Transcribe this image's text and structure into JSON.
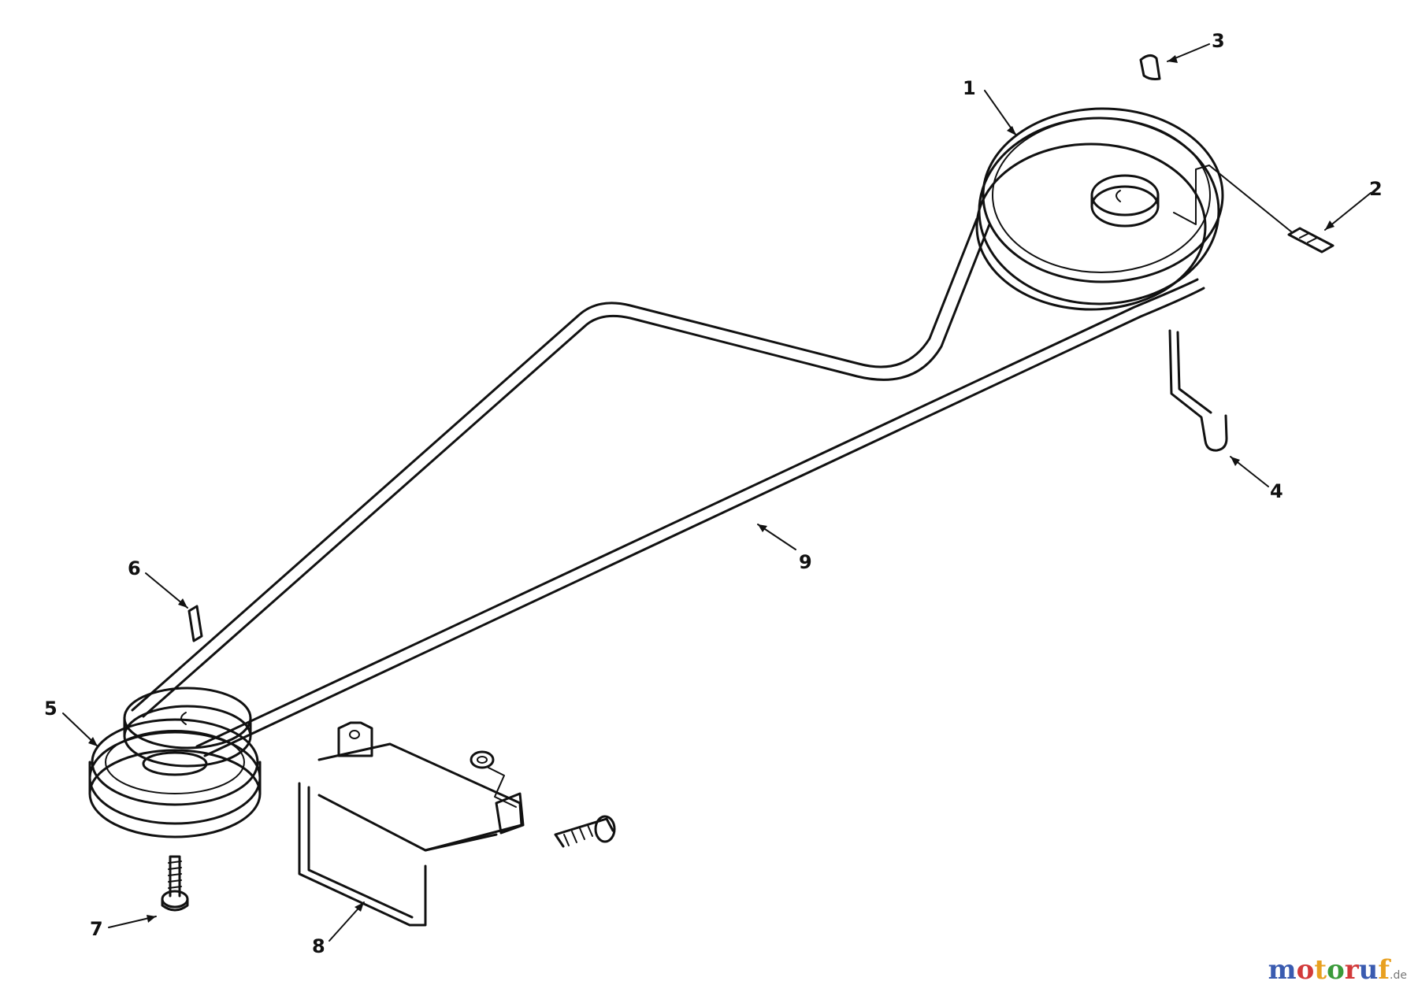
{
  "diagram": {
    "callouts": [
      {
        "id": "1",
        "label": "1"
      },
      {
        "id": "2",
        "label": "2"
      },
      {
        "id": "3",
        "label": "3"
      },
      {
        "id": "4",
        "label": "4"
      },
      {
        "id": "5",
        "label": "5"
      },
      {
        "id": "6",
        "label": "6"
      },
      {
        "id": "7",
        "label": "7"
      },
      {
        "id": "8",
        "label": "8"
      },
      {
        "id": "9",
        "label": "9"
      }
    ]
  },
  "watermark": {
    "letters": [
      "m",
      "o",
      "t",
      "o",
      "r",
      "u",
      "f"
    ],
    "colors": [
      "#3a5bb0",
      "#d23a3a",
      "#e8a020",
      "#3a9a3a",
      "#d23a3a",
      "#3a5bb0",
      "#e8a020"
    ],
    "suffix": ".de"
  }
}
